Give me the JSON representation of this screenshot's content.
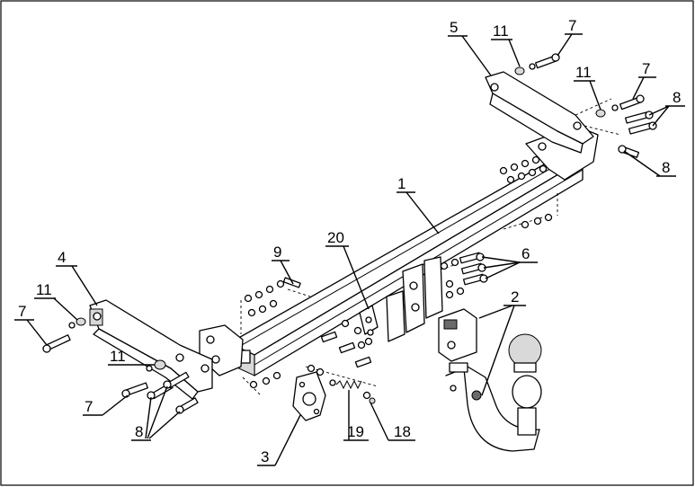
{
  "labels": {
    "tow_bar": "1",
    "ball_neck": "2",
    "socket_plate": "3",
    "left_bracket": "4",
    "right_bracket": "5",
    "right_bolts": "6",
    "bolt_top": "7",
    "bolt_right": "7",
    "bolt_left": "7",
    "bolt_left_lower": "7",
    "bolts_right_upper": "8",
    "bolt_right_lower": "8",
    "bolts_left": "8",
    "left_bolt_group": "9",
    "washer_top": "11",
    "washer_right": "11",
    "washer_left": "11",
    "washer_left_lower": "11",
    "nut": "18",
    "spring": "19",
    "socket_bracket": "20"
  }
}
